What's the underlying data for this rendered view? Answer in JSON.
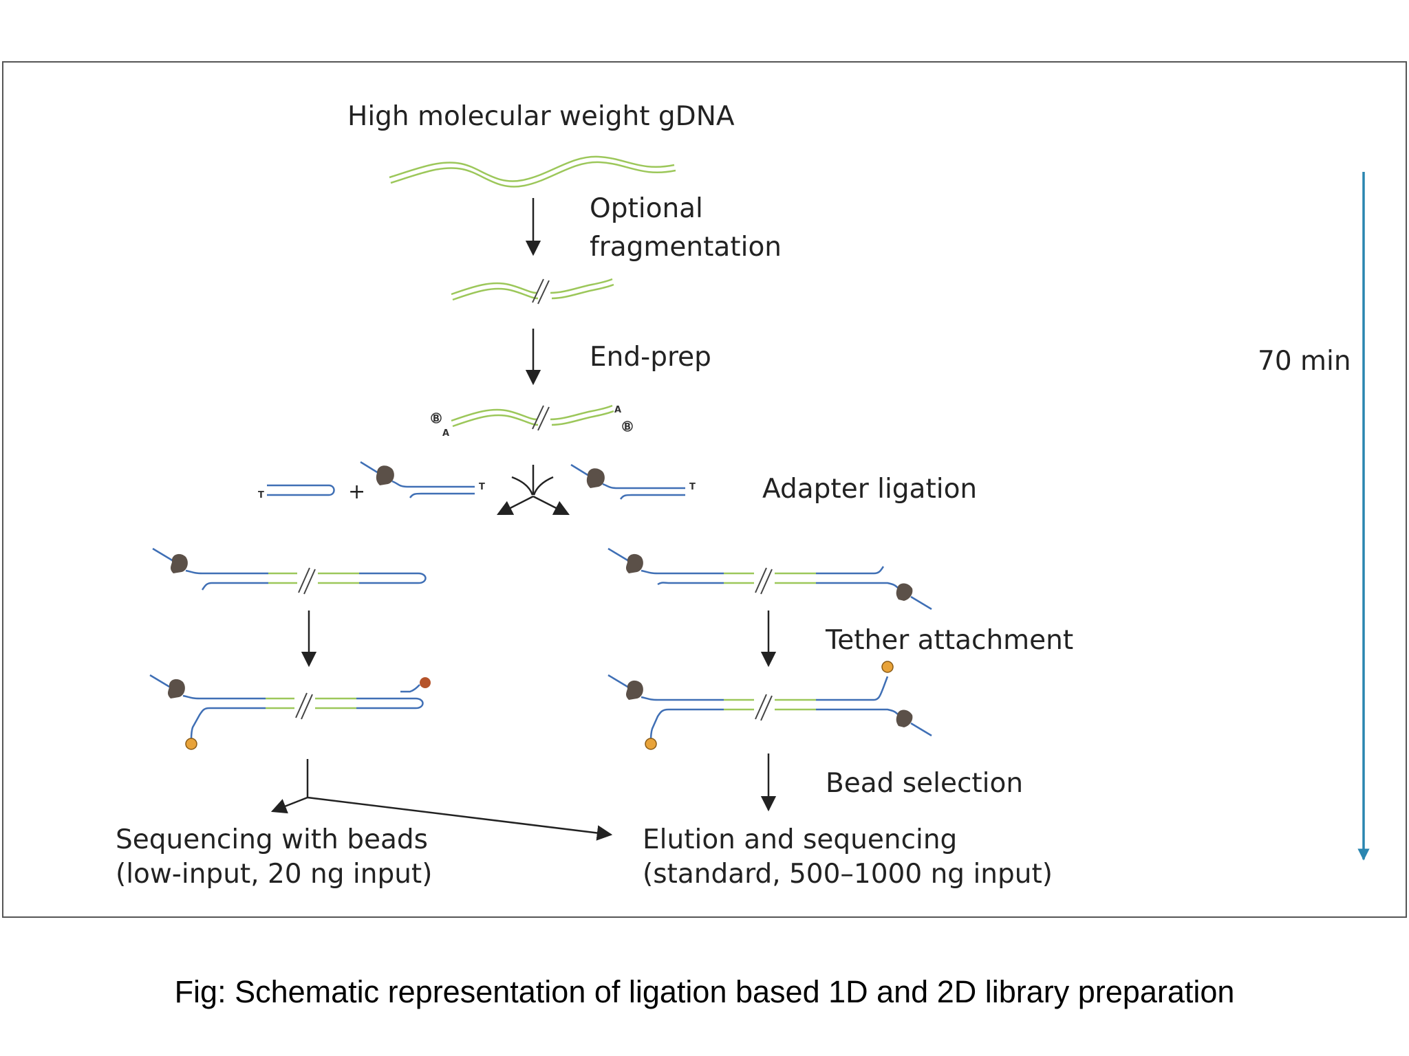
{
  "labels": {
    "top": "High molecular weight gDNA",
    "fragmentation_1": "Optional",
    "fragmentation_2": "fragmentation",
    "end_prep": "End-prep",
    "adapter_ligation": "Adapter ligation",
    "tether_attachment": "Tether attachment",
    "bead_selection": "Bead selection",
    "time": "70 min",
    "left_result_1": "Sequencing with beads",
    "left_result_2": "(low-input, 20 ng input)",
    "right_result_1": "Elution and sequencing",
    "right_result_2": "(standard, 500–1000 ng input)",
    "plus": "+",
    "t_mark": "T",
    "a_mark": "A",
    "b_mark": "B"
  },
  "caption": "Fig: Schematic representation of ligation based 1D and 2D library preparation",
  "colors": {
    "dna_green": "#9cc75a",
    "adapter_blue": "#3f6fb5",
    "motor_protein": "#5b5048",
    "tether_orange": "#e8a33a",
    "tether_red": "#b5532a",
    "timeline_blue": "#2a86b0",
    "arrow": "#222222",
    "frame": "#555555"
  },
  "icons": [
    "motor-protein-icon",
    "tether-bead-icon",
    "break-mark-icon"
  ]
}
